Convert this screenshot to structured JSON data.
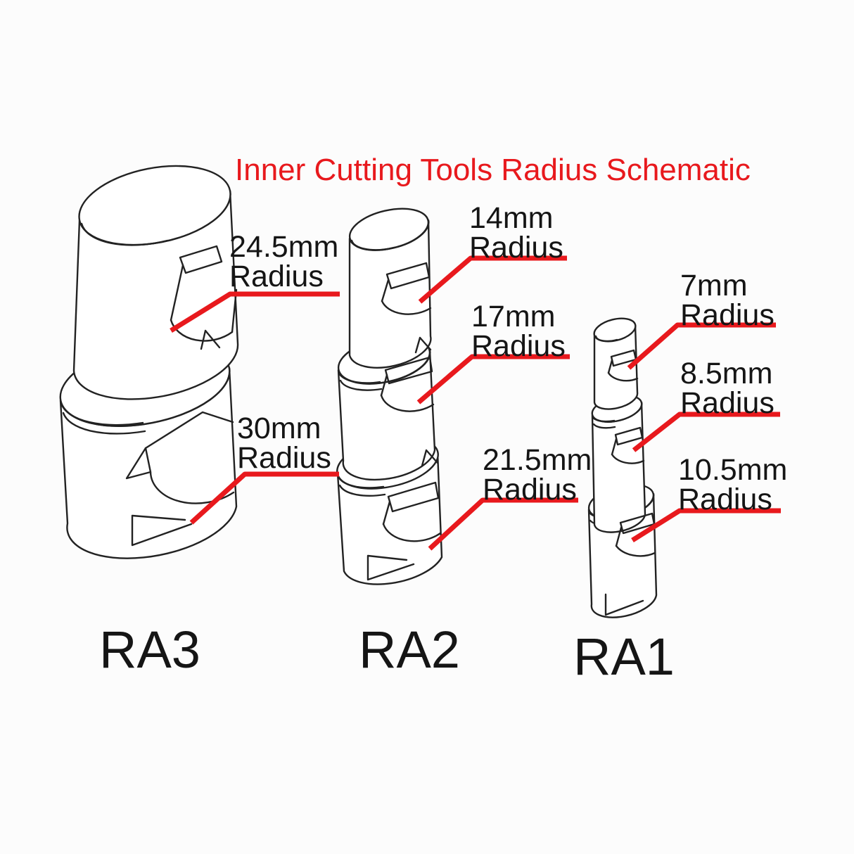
{
  "title": "Inner Cutting Tools Radius Schematic",
  "colors": {
    "accent_red": "#e8191d",
    "line_black": "#222222",
    "text_black": "#151515",
    "background": "#fcfcfc"
  },
  "callouts": [
    {
      "tool": "RA3",
      "size": "24.5mm",
      "caption": "Radius"
    },
    {
      "tool": "RA3",
      "size": "30mm",
      "caption": "Radius"
    },
    {
      "tool": "RA2",
      "size": "14mm",
      "caption": "Radius"
    },
    {
      "tool": "RA2",
      "size": "17mm",
      "caption": "Radius"
    },
    {
      "tool": "RA2",
      "size": "21.5mm",
      "caption": "Radius"
    },
    {
      "tool": "RA1",
      "size": "7mm",
      "caption": "Radius"
    },
    {
      "tool": "RA1",
      "size": "8.5mm",
      "caption": "Radius"
    },
    {
      "tool": "RA1",
      "size": "10.5mm",
      "caption": "Radius"
    }
  ],
  "tool_labels": [
    {
      "label": "RA3"
    },
    {
      "label": "RA2"
    },
    {
      "label": "RA1"
    }
  ]
}
